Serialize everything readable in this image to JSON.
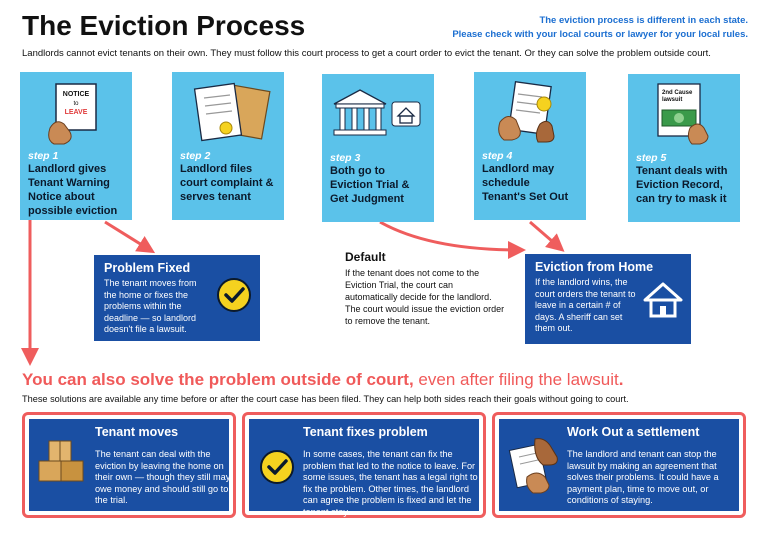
{
  "header": {
    "title": "The Eviction Process",
    "notice_line1": "The eviction process is different in each state.",
    "notice_line2": "Please check with your local courts or lawyer for your local rules.",
    "intro": "Landlords cannot evict tenants on their own. They must follow this court process to get a court order to evict the tenant. Or they can solve the problem outside court."
  },
  "steps": [
    {
      "num": "step 1",
      "text": "Landlord gives\nTenant Warning\nNotice about\npossible eviction",
      "sign_line1": "NOTICE",
      "sign_line2": "to",
      "sign_line3": "LEAVE"
    },
    {
      "num": "step 2",
      "text": "Landlord files\ncourt complaint &\nserves tenant"
    },
    {
      "num": "step 3",
      "text": "Both go to\nEviction Trial &\nGet Judgment"
    },
    {
      "num": "step 4",
      "text": "Landlord may\nschedule\nTenant's Set Out"
    },
    {
      "num": "step 5",
      "text": "Tenant deals with\nEviction Record,\ncan try to mask it",
      "doc_line1": "2nd Cause",
      "doc_line2": "lawsuit"
    }
  ],
  "outcomes": {
    "fixed": {
      "title": "Problem Fixed",
      "body": "The tenant moves from the home or fixes the problems within the deadline — so landlord doesn't file a lawsuit."
    },
    "default": {
      "title": "Default",
      "body": "If the tenant does not come to the Eviction Trial, the court can automatically decide for the landlord. The court would issue the eviction order to remove the tenant."
    },
    "eviction": {
      "title": "Eviction from Home",
      "body": "If the landlord wins, the court orders the tenant to leave in a certain # of days. A sheriff can set them out."
    }
  },
  "outside": {
    "headline_bold": "You can also solve the problem outside of court,",
    "headline_light": " even after filing the lawsuit",
    "headline_dot": ".",
    "sub": "These solutions are available any time before or after the court case has been filed. They can help both sides reach their goals without going to court."
  },
  "solutions": [
    {
      "title": "Tenant moves",
      "body": "The tenant can deal with the eviction by leaving the home on their own — though they still may owe money and should still go to the trial."
    },
    {
      "title": "Tenant fixes problem",
      "body": "In some cases, the tenant can fix the problem that led to the notice to leave. For some issues, the tenant has a legal right to fix the problem. Other times, the landlord can agree the problem is fixed and let the tenant stay."
    },
    {
      "title": "Work Out a settlement",
      "body": "The landlord and tenant can stop the lawsuit by making an agreement that solves their problems. It could have a payment plan, time to move out, or conditions of staying."
    }
  ],
  "colors": {
    "step_bg": "#5bc2ea",
    "outcome_bg": "#1a4fa3",
    "accent_red": "#ef5d5d",
    "notice_blue": "#1c6fd1",
    "check_yellow": "#f5d21f"
  },
  "icons": [
    "notice-sign-icon",
    "documents-envelope-icon",
    "courthouse-icon",
    "eviction-notice-icon",
    "lawsuit-money-icon",
    "checkmark-icon",
    "house-icon",
    "moving-boxes-icon",
    "handshake-icon"
  ]
}
